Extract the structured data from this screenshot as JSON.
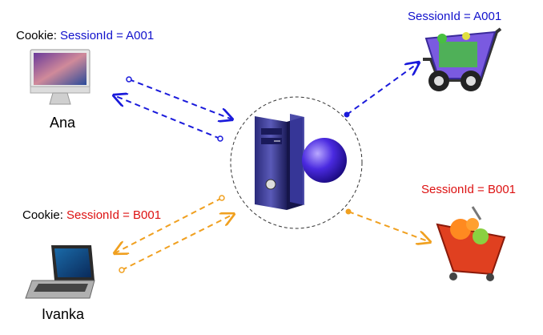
{
  "users": [
    {
      "name": "Ana",
      "cookie_prefix": "Cookie: ",
      "cookie_value": "SessionId = A001",
      "device": "desktop-computer",
      "color": "#1111cc"
    },
    {
      "name": "Ivanka",
      "cookie_prefix": "Cookie: ",
      "cookie_value": "SessionId = B001",
      "device": "laptop",
      "color": "#dd1111"
    }
  ],
  "carts": [
    {
      "label": "SessionId = A001",
      "icon": "shopping-cart-blue",
      "color": "#1111cc"
    },
    {
      "label": "SessionId = B001",
      "icon": "shopping-basket-red",
      "color": "#dd1111"
    }
  ],
  "server": {
    "icon": "server-with-key"
  },
  "arrow_colors": {
    "ana": "#1a1adb",
    "ivanka": "#f0a020"
  }
}
